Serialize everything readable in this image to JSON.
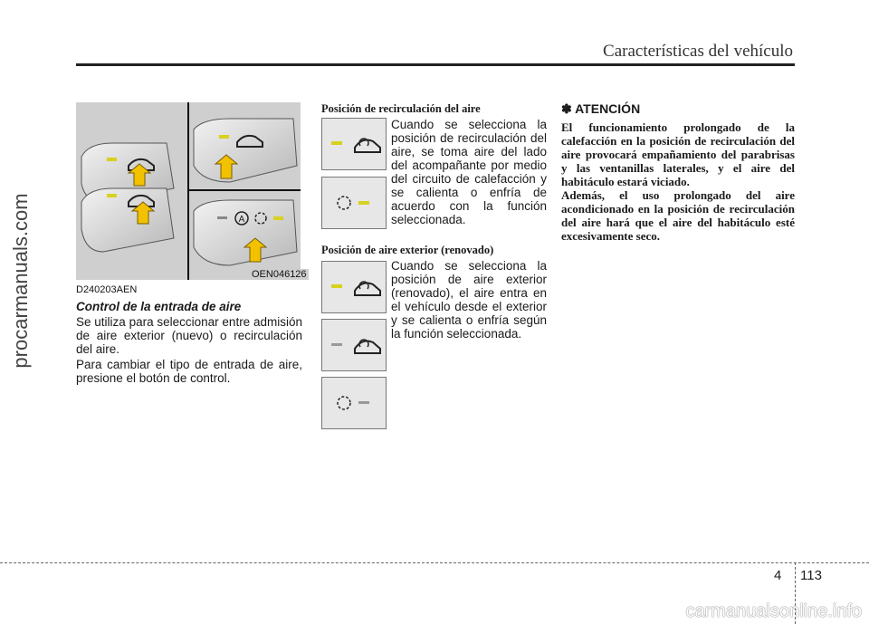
{
  "header": {
    "title": "Características del vehículo"
  },
  "watermark_side": "procarmanuals.com",
  "watermark_bottom": "carmanualsonline.info",
  "figure": {
    "code": "OEN046126",
    "badge_letter": "A"
  },
  "section": {
    "code": "D240203AEN",
    "title": "Control de la entrada de aire",
    "paragraphs": [
      "Se utiliza para seleccionar entre admisión de aire exterior (nuevo) o recirculación del aire.",
      "Para cambiar el tipo de entrada de aire, presione el botón de control."
    ]
  },
  "recirc": {
    "heading": "Posición de recirculación del aire",
    "text": "Cuando se selecciona la posición de recirculación del aire, se toma aire del lado del acompañante por medio del circuito de calefacción y se calienta o enfría de acuerdo con la función seleccionada."
  },
  "fresh": {
    "heading": "Posición de aire exterior (renovado)",
    "text": "Cuando se selecciona la posición de aire exterior (renovado), el aire entra en el vehículo desde el exterior y se calienta o enfría según la función seleccionada."
  },
  "attention": {
    "symbol": "✽",
    "title": "ATENCIÓN",
    "paragraphs": [
      "El funcionamiento prolongado de la calefacción en la posición de recirculación del aire provocará empañamiento del parabrisas y las ventanillas laterales, y el aire del habitáculo estará viciado.",
      "Además, el uso prolongado del aire acondicionado en la posición de recirculación del aire hará que el aire del habitáculo esté excesivamente seco."
    ]
  },
  "footer": {
    "chapter": "4",
    "page": "113"
  },
  "colors": {
    "indicator_on": "#d6d21e",
    "arrow": "#f2c200",
    "figure_bg": "#cfcfcf"
  }
}
